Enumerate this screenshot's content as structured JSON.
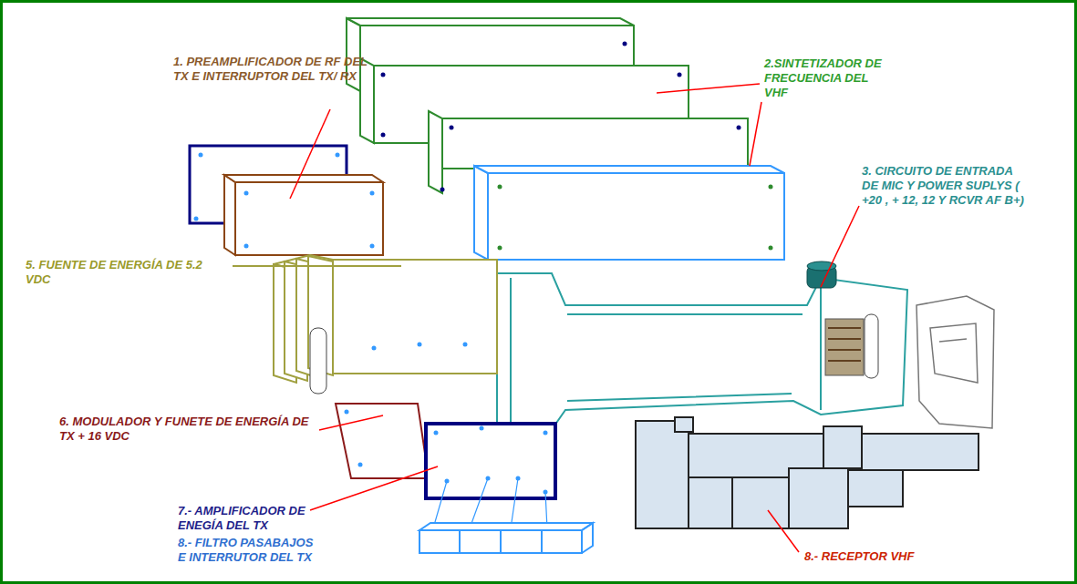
{
  "diagram": {
    "labels": [
      "1. PREAMPLIFICADOR DE RF DEL TX E INTERRUPTOR DEL TX/ RX",
      "2.SINTETIZADOR DE FRECUENCIA DEL VHF",
      "3. CIRCUITO DE ENTRADA DE MIC Y POWER SUPLYS ( +20 , + 12, 12 Y RCVR AF B+)",
      "5. FUENTE DE ENERGÍA DE 5.2 VDC",
      "6. MODULADOR Y FUNETE DE ENERGÍA DE TX + 16 VDC",
      "7.- AMPLIFICADOR DE ENEGÍA DEL TX",
      "8.- FILTRO PASABAJOS E INTERRUTOR DEL TX",
      "8.- RECEPTOR VHF"
    ]
  }
}
